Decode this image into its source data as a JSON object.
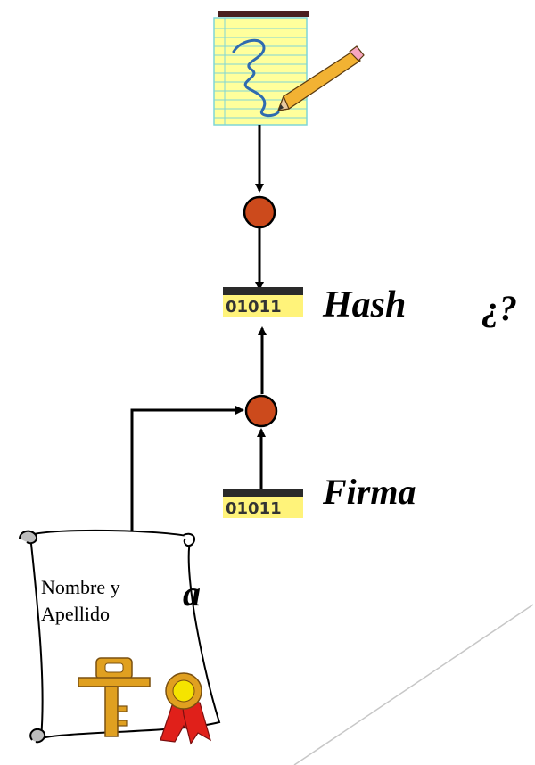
{
  "labels": {
    "hash": "Hash",
    "question": "¿?",
    "firma": "Firma",
    "partial_letter": "a"
  },
  "binary_box": {
    "hash_digits": "01011",
    "firma_digits": "01011"
  },
  "certificate": {
    "line1": "Nombre y",
    "line2": "Apellido"
  },
  "colors": {
    "node_fill": "#cc4a1c",
    "arrow": "#000000",
    "notepad_fill": "#ffff9c",
    "notepad_rules": "#7fd6d6",
    "notepad_top": "#4a1f1f",
    "binary_fill": "#fff37a",
    "key": "#e0a020",
    "ribbon": "#e0201a",
    "medal": "#f5e400"
  },
  "icons": {
    "document": "notepad-with-pencil-icon",
    "certificate": "scroll-certificate-icon",
    "key": "key-icon",
    "seal": "ribbon-seal-icon"
  }
}
